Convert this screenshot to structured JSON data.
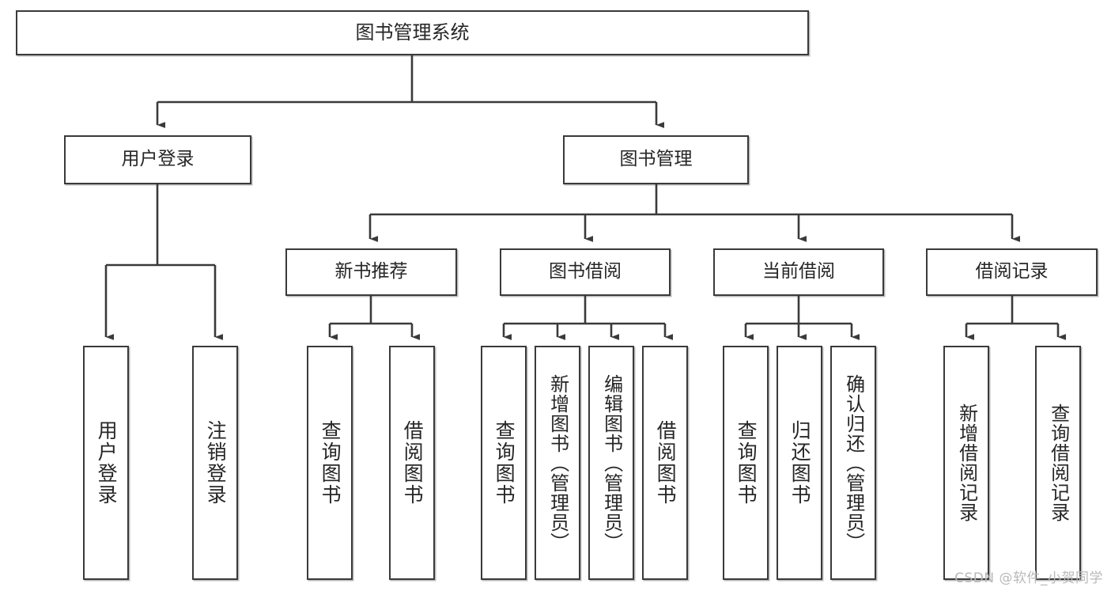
{
  "diagram": {
    "title": "图书管理系统",
    "watermark": "CSDN @软件_小贺同学",
    "colors": {
      "stroke": "#3a3a3a",
      "box_fill": "#ffffff",
      "text": "#262626",
      "watermark": "#b9b9b9"
    },
    "levels": {
      "root": {
        "label": "图书管理系统"
      },
      "level2": [
        {
          "label": "用户登录"
        },
        {
          "label": "图书管理"
        }
      ],
      "level3": [
        {
          "label": "新书推荐"
        },
        {
          "label": "图书借阅"
        },
        {
          "label": "当前借阅"
        },
        {
          "label": "借阅记录"
        }
      ],
      "leaves": {
        "user_login": [
          {
            "label": "用户登录"
          },
          {
            "label": "注销登录"
          }
        ],
        "new_book_recommend": [
          {
            "label": "查询图书"
          },
          {
            "label": "借阅图书"
          }
        ],
        "book_borrow": [
          {
            "label": "查询图书"
          },
          {
            "label": "新增图书（管理员）"
          },
          {
            "label": "编辑图书（管理员）"
          },
          {
            "label": "借阅图书"
          }
        ],
        "current_borrow": [
          {
            "label": "查询图书"
          },
          {
            "label": "归还图书"
          },
          {
            "label": "确认归还（管理员）"
          }
        ],
        "borrow_record": [
          {
            "label": "新增借阅记录"
          },
          {
            "label": "查询借阅记录"
          }
        ]
      }
    }
  }
}
